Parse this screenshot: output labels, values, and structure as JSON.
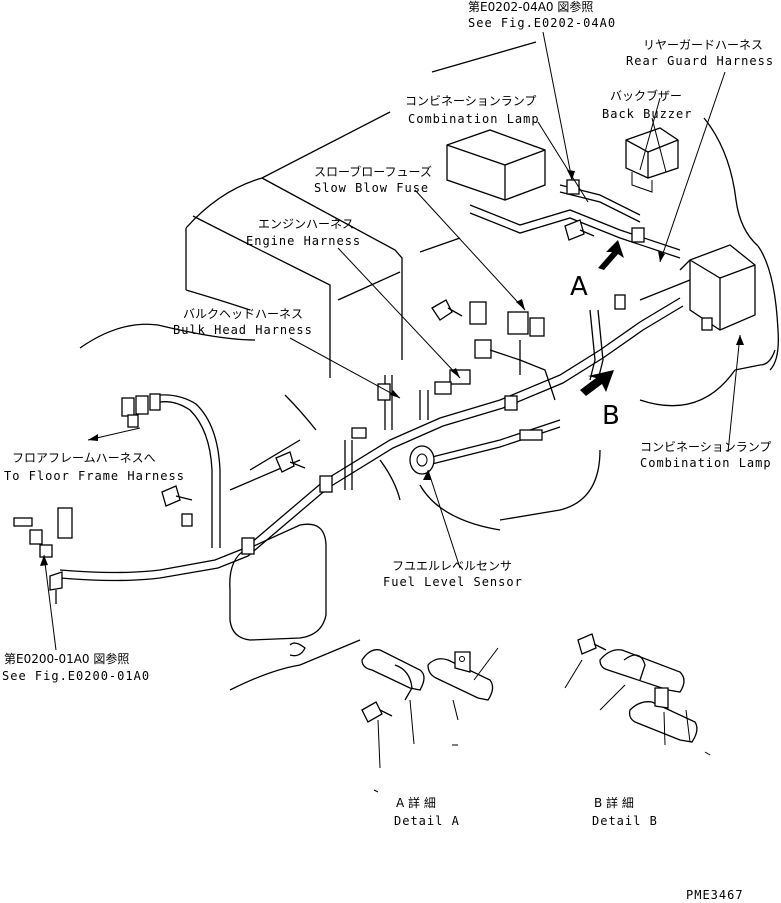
{
  "labels": {
    "see_e0202_jp": "第E0202-04A0 図参照",
    "see_e0202_en": "See Fig.E0202-04A0",
    "rear_guard_jp": "リヤーガードハーネス",
    "rear_guard_en": "Rear Guard Harness",
    "combination_lamp_top_jp": "コンビネーションランプ",
    "combination_lamp_top_en": "Combination Lamp",
    "back_buzzer_jp": "バックブザー",
    "back_buzzer_en": "Back Buzzer",
    "slow_blow_fuse_jp": "スローブローフューズ",
    "slow_blow_fuse_en": "Slow Blow Fuse",
    "engine_harness_jp": "エンジンハーネス",
    "engine_harness_en": "Engine Harness",
    "bulk_head_jp": "バルクヘッドハーネス",
    "bulk_head_en": "Bulk Head Harness",
    "floor_frame_jp": "フロアフレームハーネスへ",
    "floor_frame_en": "To Floor Frame Harness",
    "combination_lamp_right_jp": "コンビネーションランプ",
    "combination_lamp_right_en": "Combination Lamp",
    "fuel_level_jp": "フユエルレベルセンサ",
    "fuel_level_en": "Fuel Level Sensor",
    "see_e0200_jp": "第E0200-01A0 図参照",
    "see_e0200_en": "See Fig.E0200-01A0",
    "callout_a": "A",
    "callout_b": "B",
    "detail_a_jp": "A 詳 細",
    "detail_a_en": "Detail A",
    "detail_b_jp": "B 詳 細",
    "detail_b_en": "Detail B",
    "drawing_number": "PME3467"
  }
}
